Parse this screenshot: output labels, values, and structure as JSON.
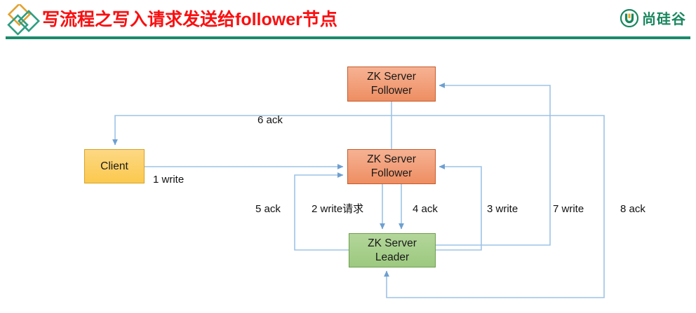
{
  "header": {
    "title": "写流程之写入请求发送给follower节点",
    "brand_name": "尚硅谷",
    "brand_mark": "U",
    "title_color": "#fa0f10",
    "rule_color": "#1b8a6b",
    "brand_color": "#19875f",
    "diamond_colors": [
      "#e3a22f",
      "#2f9e82"
    ]
  },
  "diagram": {
    "type": "flow",
    "nodes": [
      {
        "id": "follower_top",
        "line1": "ZK Server",
        "line2": "Follower",
        "fill": "#ee8e62",
        "stroke": "#c55a2b"
      },
      {
        "id": "client",
        "line1": "Client",
        "line2": "",
        "fill": "#fbc94e",
        "stroke": "#d9a128"
      },
      {
        "id": "follower_mid",
        "line1": "ZK Server",
        "line2": "Follower",
        "fill": "#ee8e62",
        "stroke": "#c55a2b"
      },
      {
        "id": "leader",
        "line1": "ZK Server",
        "line2": "Leader",
        "fill": "#9cc97f",
        "stroke": "#6d9e4e"
      }
    ],
    "edges": [
      {
        "id": "e1",
        "label": "1 write",
        "from": "client",
        "to": "follower_mid"
      },
      {
        "id": "e2",
        "label": "2 write请求",
        "from": "follower_mid",
        "to": "leader"
      },
      {
        "id": "e3",
        "label": "3 write",
        "from": "leader",
        "to": "follower_mid"
      },
      {
        "id": "e4",
        "label": "4 ack",
        "from": "follower_mid",
        "to": "leader"
      },
      {
        "id": "e5",
        "label": "5 ack",
        "from": "leader",
        "to": "follower_mid"
      },
      {
        "id": "e6",
        "label": "6 ack",
        "from": "follower_mid",
        "to": "client"
      },
      {
        "id": "e7",
        "label": "7 write",
        "from": "leader",
        "to": "follower_top"
      },
      {
        "id": "e8",
        "label": "8 ack",
        "from": "follower_top",
        "to": "leader"
      }
    ],
    "edge_color": "#9dc3e6"
  }
}
